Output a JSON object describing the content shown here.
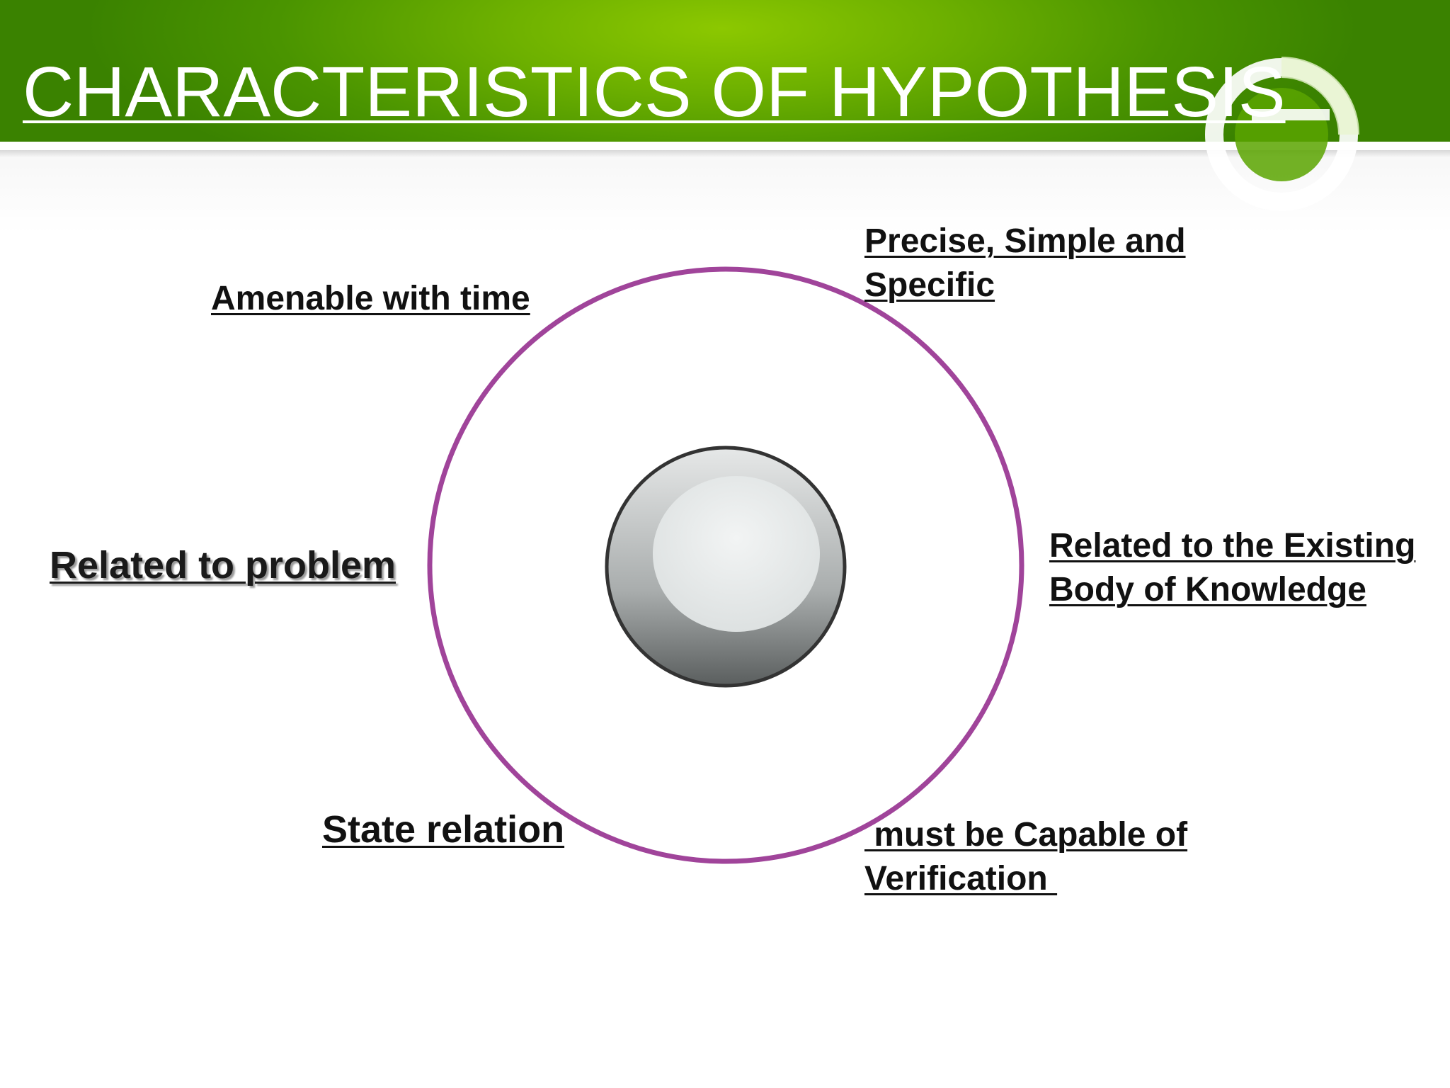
{
  "slide": {
    "title": "CHARACTERISTICS OF HYPOTHESIS",
    "colors": {
      "header_green": "#5aa500",
      "ring": "#a0449a",
      "hub": "#c9cdcd",
      "label_text": "#111111"
    },
    "icons": {
      "logo": "ring-logo-icon",
      "hub": "center-button-icon"
    }
  },
  "diagram": {
    "labels": {
      "amenable": "Amenable with time",
      "precise_line1": "Precise, Simple and",
      "precise_line2": "Specific",
      "problem": "Related to problem",
      "existing_line1": "Related to the Existing",
      "existing_line2": "Body of Knowledge ",
      "state": "State relation",
      "verify_line1": " must be Capable of",
      "verify_line2": "Verification "
    }
  }
}
